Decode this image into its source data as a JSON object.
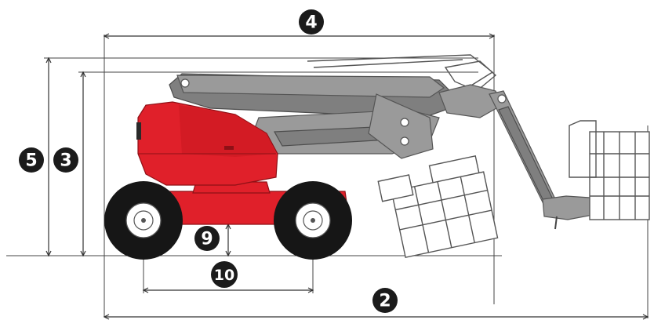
{
  "diagram": {
    "colors": {
      "body": "#e0202a",
      "body_dark": "#b5161d",
      "boom": "#9a9a9a",
      "tire": "#161616",
      "line": "#333333"
    },
    "dimension_labels": {
      "overall_width": "4",
      "max_height_outer": "5",
      "max_height_inner": "3",
      "overall_length": "2",
      "ground_clearance": "9",
      "wheelbase": "10"
    }
  }
}
